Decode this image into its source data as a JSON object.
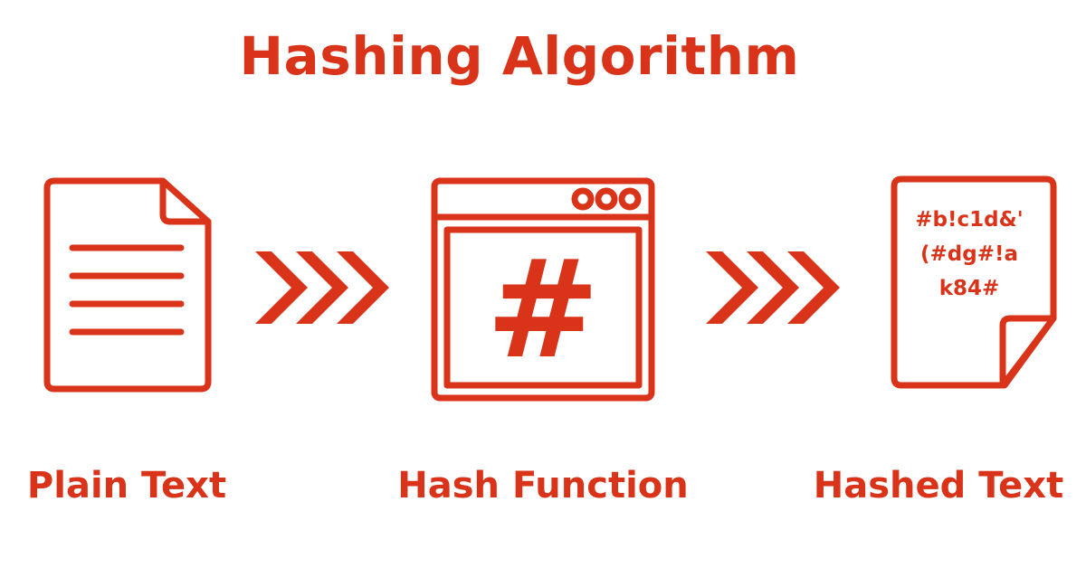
{
  "title": "Hashing Algorithm",
  "colors": {
    "accent": "#d9331a",
    "background": "#ffffff"
  },
  "steps": [
    {
      "label": "Plain Text",
      "icon": "document-icon"
    },
    {
      "label": "Hash Function",
      "icon": "browser-window-hash-icon",
      "symbol": "#"
    },
    {
      "label": "Hashed Text",
      "icon": "folded-page-icon",
      "lines": [
        "#b!c1d&'",
        "(#dg#!a",
        "k84#"
      ]
    }
  ],
  "connectors": [
    "triple-chevron-arrow",
    "triple-chevron-arrow"
  ]
}
